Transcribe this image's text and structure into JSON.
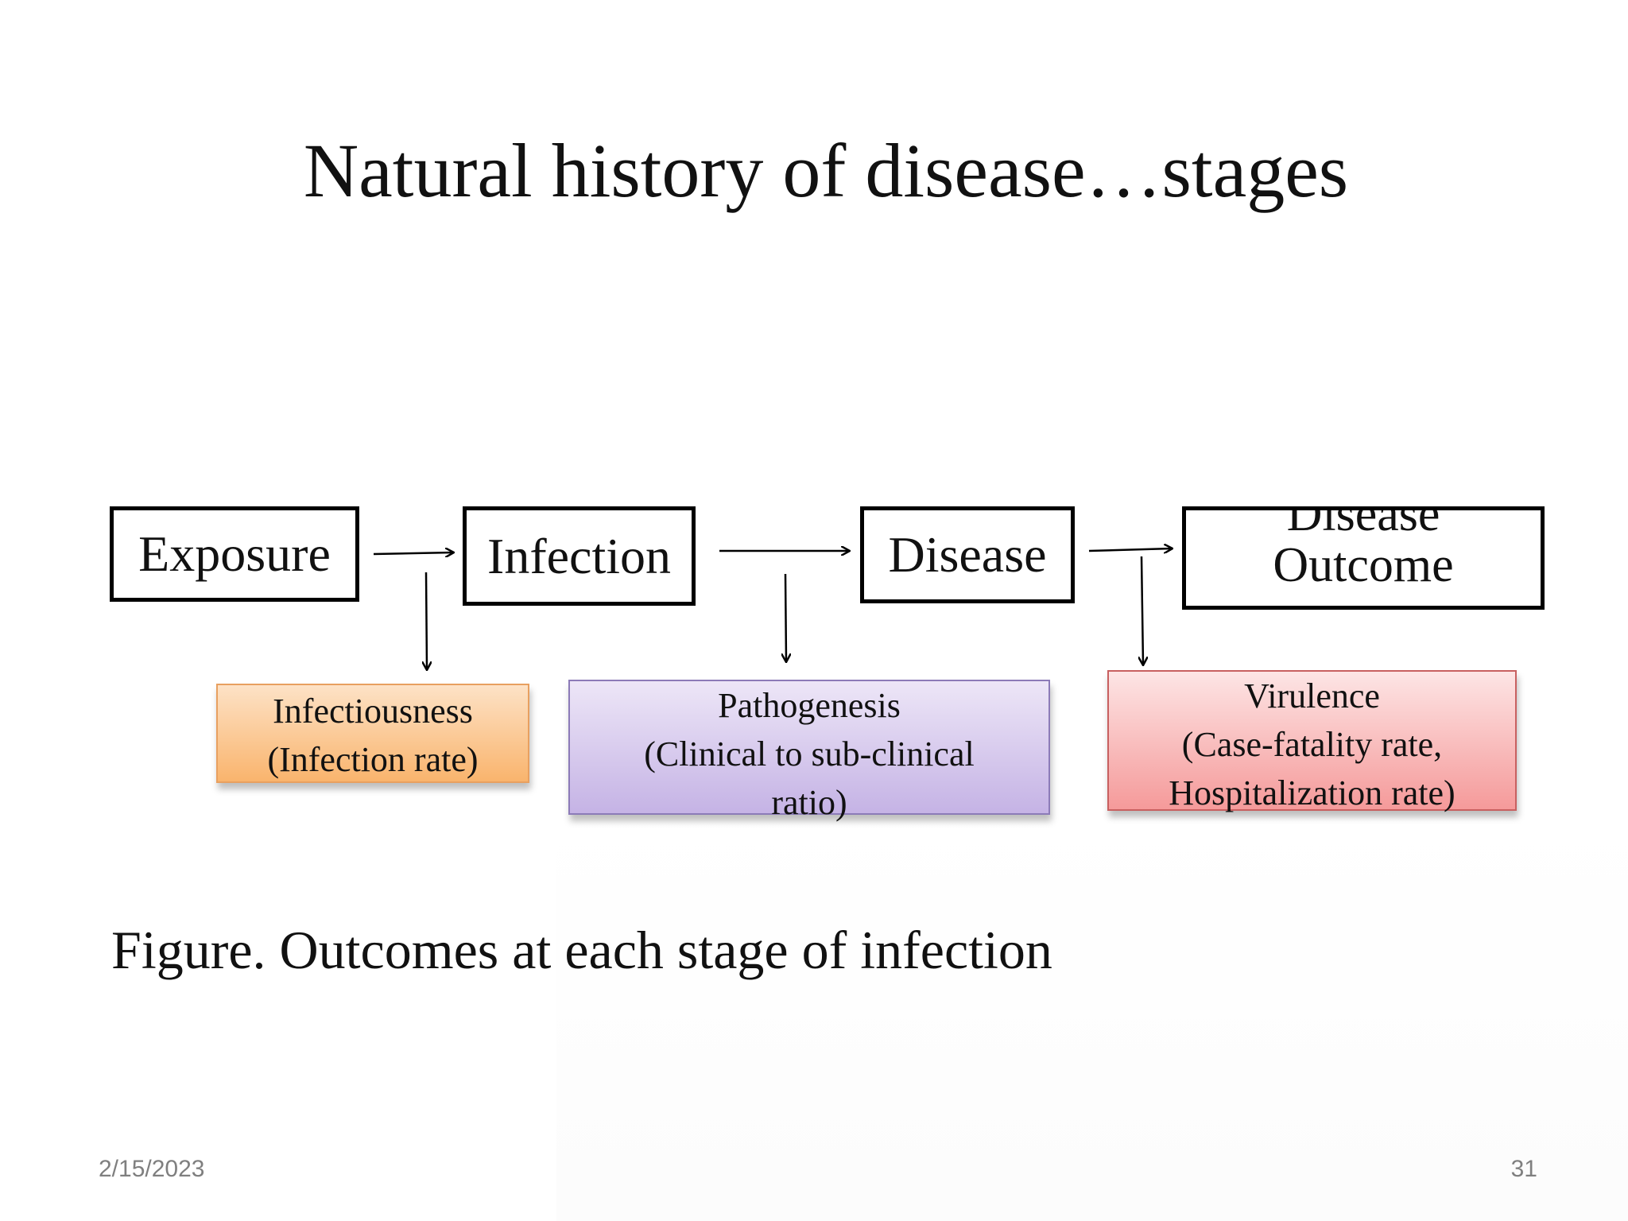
{
  "title": "Natural history of disease…stages",
  "stages": {
    "exposure": "Exposure",
    "infection": "Infection",
    "disease": "Disease",
    "outcome_line1": "Disease",
    "outcome_line2": "Outcome"
  },
  "measures": {
    "infectiousness": {
      "line1": "Infectiousness",
      "line2": "(Infection rate)",
      "color": "#f9b46d"
    },
    "pathogenesis": {
      "line1": "Pathogenesis",
      "line2": "(Clinical to sub-clinical",
      "line3": "ratio)",
      "color": "#c5b3e5"
    },
    "virulence": {
      "line1": "Virulence",
      "line2": "(Case-fatality rate,",
      "line3": "Hospitalization rate)",
      "color": "#f59a9a"
    }
  },
  "caption": "Figure. Outcomes at each stage of infection",
  "footer": {
    "date": "2/15/2023",
    "page": "31"
  }
}
